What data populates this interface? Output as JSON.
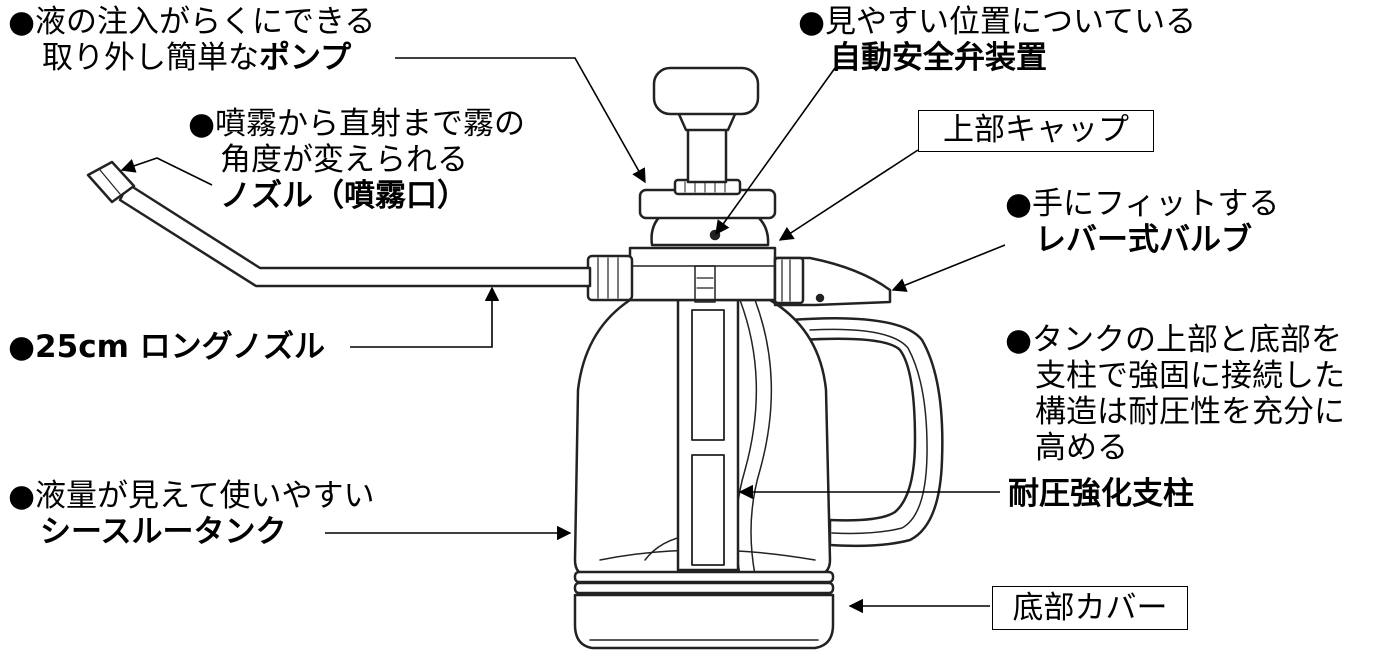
{
  "callouts": {
    "pump": {
      "line1": "●液の注入がらくにできる",
      "line2_normal": "取り外し簡単な",
      "line2_bold": "ポンプ"
    },
    "safety_valve": {
      "line1": "●見やすい位置についている",
      "line2_bold": "自動安全弁装置"
    },
    "nozzle": {
      "line1": "●噴霧から直射まで霧の",
      "line2": "角度が変えられる",
      "line3_bold": "ノズル（噴霧口）"
    },
    "top_cap": {
      "label": "上部キャップ"
    },
    "lever_valve": {
      "line1": "●手にフィットする",
      "line2_bold": "レバー式バルブ"
    },
    "long_nozzle": {
      "label_bold": "●25cm ロングノズル"
    },
    "pillar_desc": {
      "line1": "●タンクの上部と底部を",
      "line2": "支柱で強固に接続した",
      "line3": "構造は耐圧性を充分に",
      "line4": "高める"
    },
    "pillar": {
      "label_bold": "耐圧強化支柱"
    },
    "tank": {
      "line1": "●液量が見えて使いやすい",
      "line2_bold": "シースルータンク"
    },
    "bottom_cover": {
      "label": "底部カバー"
    }
  }
}
